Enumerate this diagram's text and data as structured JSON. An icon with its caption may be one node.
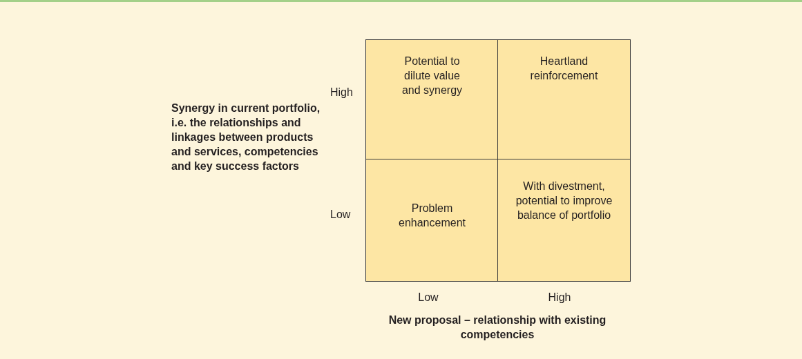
{
  "diagram": {
    "nodes": [
      {
        "text": [
          "Potential to dilute value and synergy"
        ]
      },
      {
        "text": [
          "Heartland reinforcement"
        ]
      },
      {
        "text": [
          "Problem enhancement"
        ]
      },
      {
        "text": [
          "With divestment, potential to improve balance of portfolio"
        ]
      }
    ],
    "labels": [
      "Synergy in current portfolio, i.e. the relationships and linkages between products and services, competencies and key success factors",
      "High",
      "Low",
      "Low",
      "High",
      "New proposal – relationship with existing competencies"
    ]
  }
}
